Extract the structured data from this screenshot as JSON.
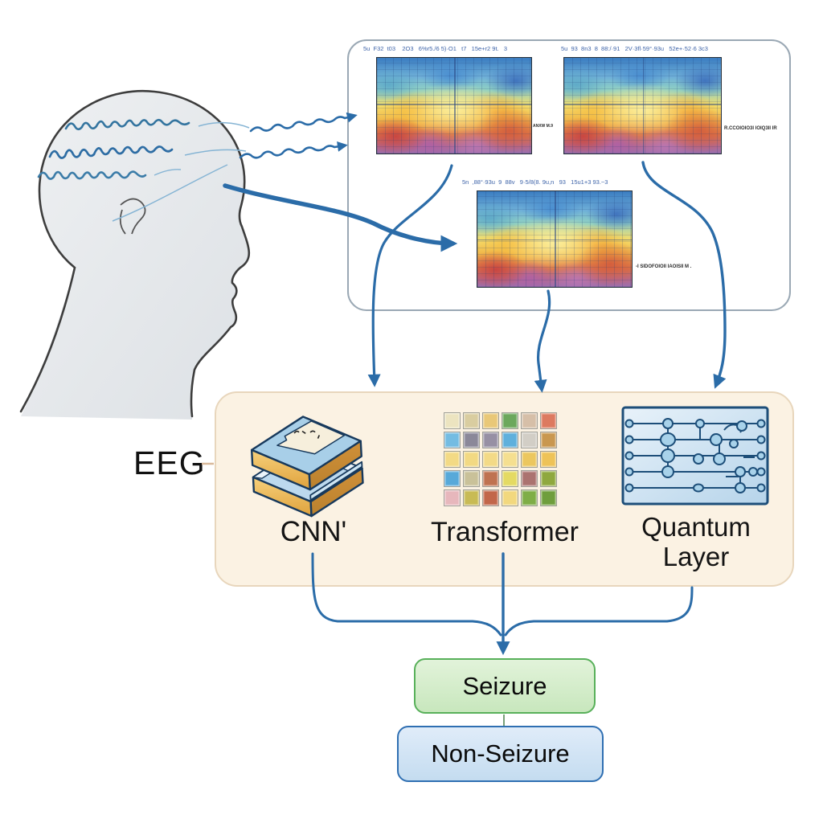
{
  "eeg_label": "EEG",
  "spectrograms": [
    {
      "ticks": "5u  F32  t03    2O3   6%r5./6 5)·O1   t7   15e+r2 9t.   3",
      "side_label": "ANXW M.9"
    },
    {
      "ticks": "5u  93  8n3  8  88:/·91   2V·3fl·59°·93u   52e+·52·6 3c3",
      "side_label": "R.CCOIOIO3I IOIQ3II IR"
    },
    {
      "ticks": "5n  ,88°·93u  9  88v   9·5/8(8. 9u,n   93   15u1+3 93.~3",
      "side_label": "-I SIDOFOIOII IAOISII M ."
    }
  ],
  "models": [
    {
      "label": "CNN'",
      "icon": "cnn-stacked-layers-icon"
    },
    {
      "label": "Transformer",
      "icon": "patch-grid-icon"
    },
    {
      "label": "Quantum Layer",
      "icon": "quantum-circuit-icon"
    }
  ],
  "transformer_grid": {
    "rows": 5,
    "cols": 6,
    "cell_colors": [
      "#ece4c0",
      "#d9cda0",
      "#e9c878",
      "#6ca85c",
      "#d6bfa8",
      "#dd7a60",
      "#74bce2",
      "#8b8899",
      "#9790a4",
      "#5fb0dc",
      "#d2cec6",
      "#c9974f",
      "#f3da85",
      "#f2d983",
      "#f3da87",
      "#f5df90",
      "#ecc75f",
      "#eec358",
      "#57a9d9",
      "#c9c199",
      "#bf7351",
      "#e4da63",
      "#ab7370",
      "#8fa83f",
      "#e7b7bc",
      "#c8bb55",
      "#c2674a",
      "#f2d87e",
      "#7fae47",
      "#6f9e3d"
    ]
  },
  "outputs": [
    {
      "label": "Seizure",
      "fill": "#d5edc9",
      "border": "#58b05a"
    },
    {
      "label": "Non-Seizure",
      "fill": "#d2e4f5",
      "border": "#2f6fb2"
    }
  ],
  "colors": {
    "arrow": "#2b6ca8",
    "spectro_panel_border": "#9aa8b4",
    "model_panel_fill": "#fbf2e3",
    "model_panel_border": "#e8d6bc",
    "head_fill": "#e9ecee",
    "head_outline": "#3d3d3d",
    "eeg_trace": "#33749f"
  },
  "icons": {
    "head": "human-head-profile-icon",
    "spectrogram": "spectrogram-heatmap",
    "cnn": "cnn-stacked-layers-icon",
    "transformer": "patch-grid-icon",
    "quantum": "quantum-circuit-icon"
  }
}
